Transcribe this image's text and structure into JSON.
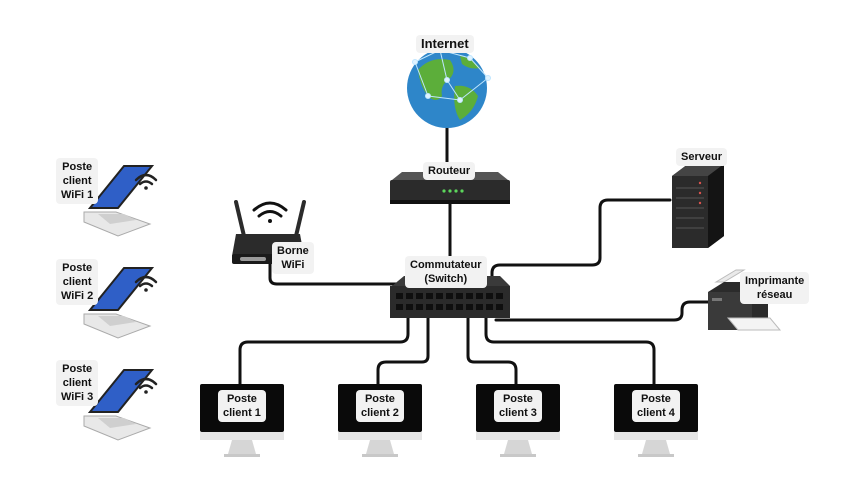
{
  "nodes": {
    "internet": "Internet",
    "routeur": "Routeur",
    "serveur": "Serveur",
    "borne": "Borne\nWiFi",
    "commutateur": "Commutateur\n(Switch)",
    "imprimante": "Imprimante\nréseau",
    "wifi_clients": [
      "Poste\nclient\nWiFi 1",
      "Poste\nclient\nWiFi 2",
      "Poste\nclient\nWiFi 3"
    ],
    "wired_clients": [
      "Poste\nclient 1",
      "Poste\nclient 2",
      "Poste\nclient 3",
      "Poste\nclient 4"
    ]
  },
  "colors": {
    "cable": "#111111",
    "device_dark": "#2b2b2b",
    "laptop_screen": "#2f5fc7",
    "globe_ocean": "#2e86c9",
    "globe_land": "#5cae3a",
    "label_bg": "#f2f2f2"
  }
}
